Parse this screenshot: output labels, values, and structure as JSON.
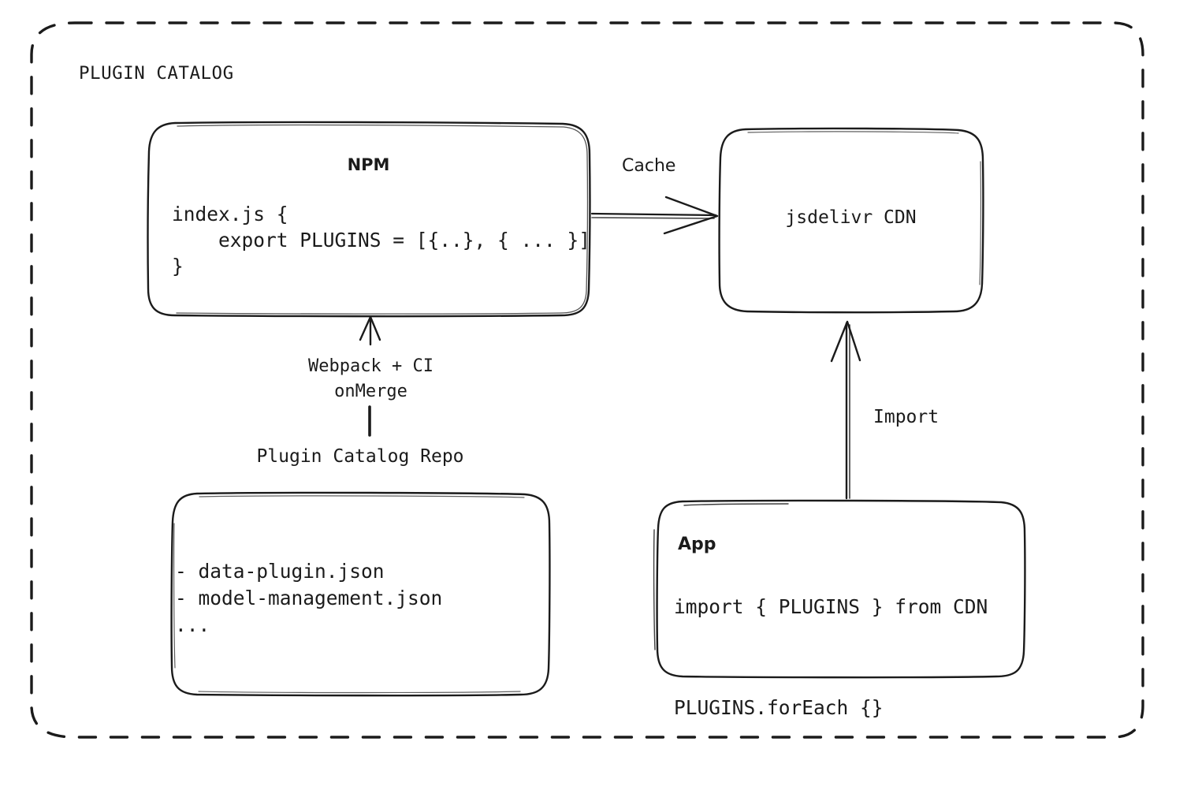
{
  "diagram": {
    "title": "PLUGIN CATALOG",
    "background_color": "#ffffff",
    "stroke_color": "#1b1b1b",
    "style": "hand-drawn sketch",
    "nodes": {
      "npm": {
        "name": "NPM",
        "title": "NPM",
        "code": "index.js {\n    export PLUGINS = [{..}, { ... }]\n}"
      },
      "cdn": {
        "name": "jsdelivr-cdn",
        "title": "jsdelivr CDN"
      },
      "repo": {
        "name": "plugin-catalog-repo",
        "label": "Plugin Catalog Repo",
        "files": "- data-plugin.json\n- model-management.json\n..."
      },
      "app": {
        "name": "app",
        "title": "App",
        "code": "import { PLUGINS } from CDN\n\nPLUGINS.forEach {}"
      }
    },
    "edges": {
      "cache": {
        "label": "Cache",
        "from": "npm",
        "to": "cdn",
        "direction": "right"
      },
      "webpack": {
        "label": "Webpack + CI\nonMerge",
        "from": "repo",
        "to": "npm",
        "direction": "up"
      },
      "import": {
        "label": "Import",
        "from": "app",
        "to": "cdn",
        "direction": "up"
      }
    }
  }
}
